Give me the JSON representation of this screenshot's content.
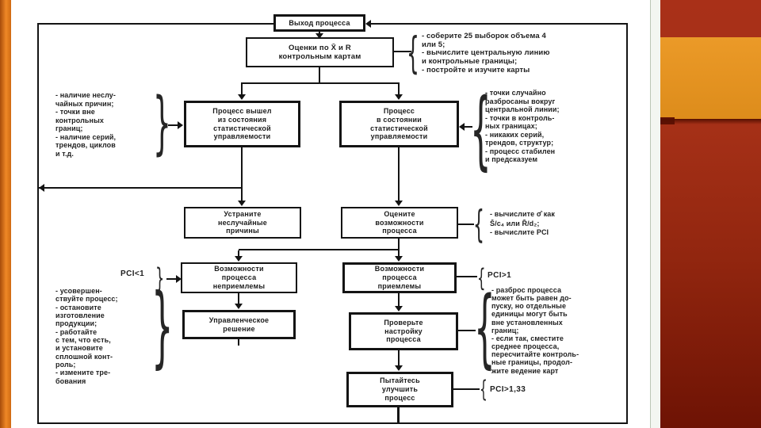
{
  "slide": {
    "type": "presentation-slide",
    "background_color": "#ffffff",
    "accent_colors": {
      "left_bar_orange": "#ef8826",
      "panel_red_top": "#a93018",
      "panel_red_bottom": "#6e1304",
      "panel_orange_block": "#e59322",
      "diagram_line_color": "#141414"
    }
  },
  "glyphs": {
    "brace_left": "{",
    "brace_right": "}"
  },
  "flowchart": {
    "boxes": {
      "process_output": "Выход процесса",
      "estimates": "Оценки по X̄ и R\nконтрольным картам",
      "out_of_control": "Процесс вышел\nиз состояния\nстатистической\nуправляемости",
      "in_control": "Процесс\nв состоянии\nстатистической\nуправляемости",
      "eliminate_causes": "Устраните\nнеслучайные\nпричины",
      "evaluate_capability": "Оцените\nвозможности\nпроцесса",
      "capability_unacceptable": "Возможности\nпроцесса\nнеприемлемы",
      "capability_acceptable": "Возможности\nпроцесса\nприемлемы",
      "management_decision": "Управленческое\nрешение",
      "check_setup": "Проверьте\nнастройку\nпроцесса",
      "improve_process": "Пытайтесь\nулучшить\nпроцесс"
    },
    "annotations": {
      "collect_samples": "- соберите 25 выборок объема 4\nили 5;\n- вычислите центральную линию\nи контрольные границы;\n- постройте и изучите карты",
      "nonrandom_signs": "- наличие неслу-\nчайных причин;\n- точки вне\nконтрольных\nграниц;\n- наличие серий,\nтрендов, циклов\nи т.д.",
      "in_control_signs": "- точки случайно\nразбросаны вокруг\nцентральной линии;\n- точки в контроль-\nных границах;\n- никаких серий,\nтрендов, структур;\n- процесс стабилен\nи предсказуем",
      "sigma_calc": "- вычислите σ̂ как\nS̄/c₄ или R̄/d₂;\n- вычислите PCI",
      "pci_lt_1": "PCI<1",
      "pci_gt_1": "PCI>1",
      "tolerance_note": "- разброс процесса\nможет быть равен до-\nпуску, но отдельные\nединицы могут быть\nвне установленных\nграниц;\n- если так, сместите\nсреднее процесса,\nпересчитайте контроль-\nные границы, продол-\nжите ведение карт",
      "improvement_actions": "- усовершен-\nствуйте процесс;\n- остановите\nизготовление\nпродукции;\n- работайте\nс тем, что есть,\nи установите\nсплошной конт-\nроль;\n- измените тре-\nбования",
      "pci_gt_133": "PCI>1,33"
    }
  }
}
